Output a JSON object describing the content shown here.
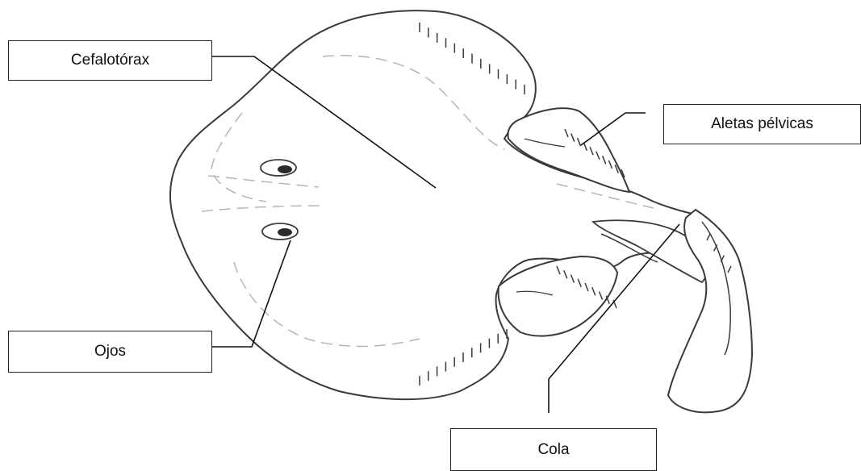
{
  "labels": {
    "cefalotorax": "Cefalotórax",
    "aletas_pelvicas": "Aletas pélvicas",
    "ojos": "Ojos",
    "cola": "Cola"
  },
  "colors": {
    "outline": "#3a3a3a",
    "dashed": "#b5b5b5",
    "leader": "#111111",
    "box_border": "#222222"
  }
}
